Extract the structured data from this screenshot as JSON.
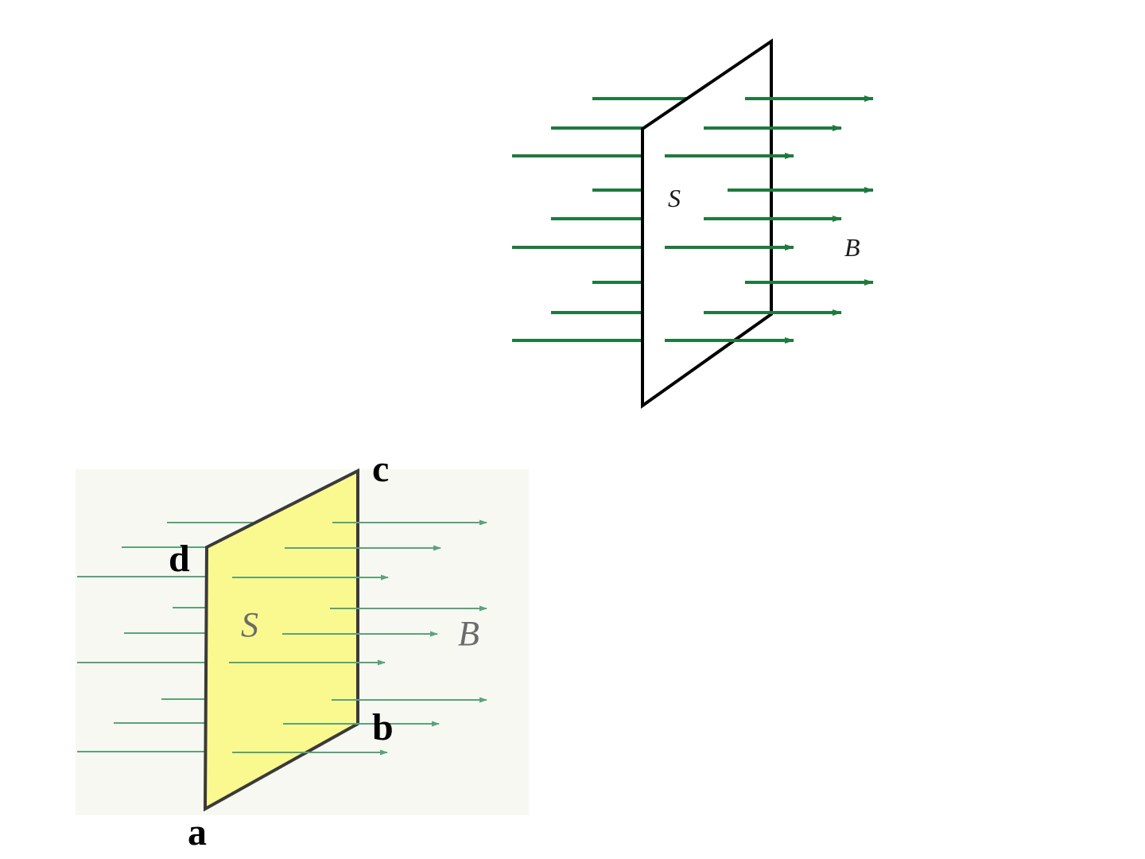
{
  "figures": {
    "top": {
      "surface_label": "S",
      "field_label": "B",
      "arrow_color": "#1e7a3e",
      "plane_fill": "#ffffff",
      "plane_stroke": "#000000"
    },
    "bottom": {
      "surface_label": "S",
      "field_label": "B",
      "arrow_color": "#5aa37a",
      "plane_fill": "#f9f98f",
      "plane_stroke": "#3a3a3a",
      "backdrop": "#f7f8f2",
      "corners": {
        "a": "a",
        "b": "b",
        "c": "c",
        "d": "d"
      }
    }
  }
}
